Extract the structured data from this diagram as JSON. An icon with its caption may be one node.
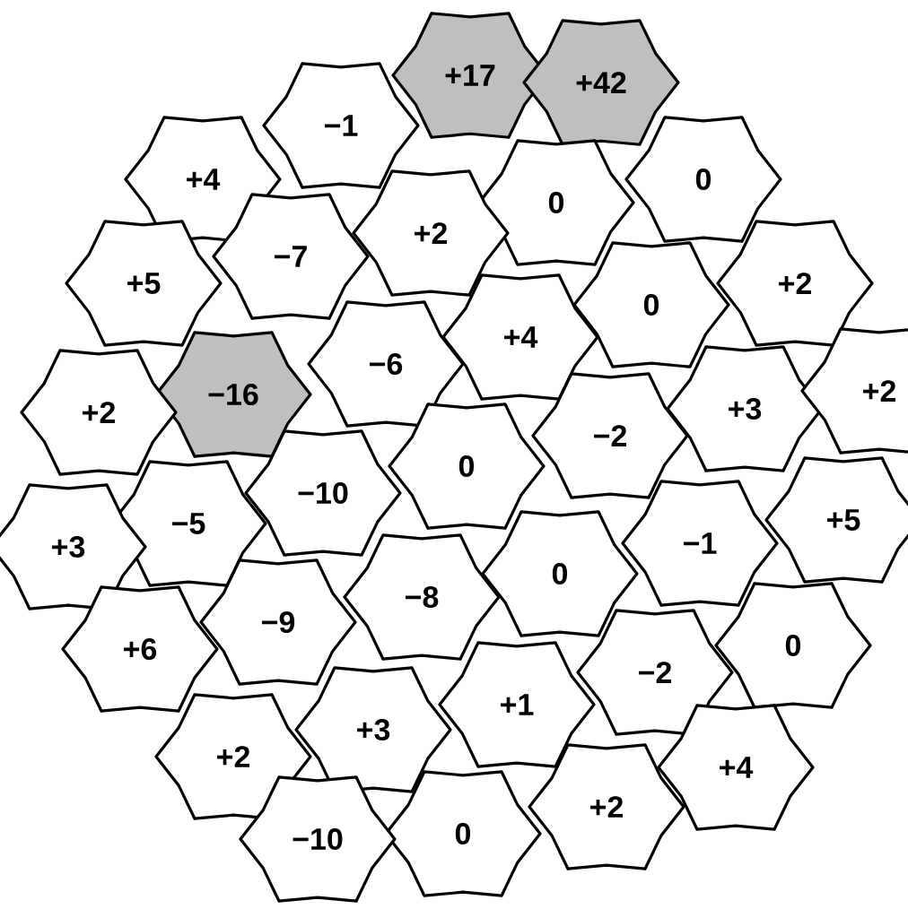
{
  "diagram": {
    "nodes": [
      {
        "text": [
          "+17"
        ]
      },
      {
        "text": [
          "+42"
        ]
      },
      {
        "text": [
          "−1"
        ]
      },
      {
        "text": [
          "+4"
        ]
      },
      {
        "text": [
          "0"
        ]
      },
      {
        "text": [
          "0"
        ]
      },
      {
        "text": [
          "+2"
        ]
      },
      {
        "text": [
          "−7"
        ]
      },
      {
        "text": [
          "+5"
        ]
      },
      {
        "text": [
          "0"
        ]
      },
      {
        "text": [
          "+2"
        ]
      },
      {
        "text": [
          "+4"
        ]
      },
      {
        "text": [
          "−6"
        ]
      },
      {
        "text": [
          "−16"
        ]
      },
      {
        "text": [
          "+2"
        ]
      },
      {
        "text": [
          "−2"
        ]
      },
      {
        "text": [
          "+3"
        ]
      },
      {
        "text": [
          "+2"
        ]
      },
      {
        "text": [
          "0"
        ]
      },
      {
        "text": [
          "−10"
        ]
      },
      {
        "text": [
          "−5"
        ]
      },
      {
        "text": [
          "+3"
        ]
      },
      {
        "text": [
          "0"
        ]
      },
      {
        "text": [
          "−1"
        ]
      },
      {
        "text": [
          "+5"
        ]
      },
      {
        "text": [
          "−8"
        ]
      },
      {
        "text": [
          "−9"
        ]
      },
      {
        "text": [
          "+6"
        ]
      },
      {
        "text": [
          "−2"
        ]
      },
      {
        "text": [
          "0"
        ]
      },
      {
        "text": [
          "+1"
        ]
      },
      {
        "text": [
          "+3"
        ]
      },
      {
        "text": [
          "+2"
        ]
      },
      {
        "text": [
          "+4"
        ]
      },
      {
        "text": [
          "+2"
        ]
      },
      {
        "text": [
          "0"
        ]
      },
      {
        "text": [
          "−10"
        ]
      }
    ],
    "edges": []
  }
}
